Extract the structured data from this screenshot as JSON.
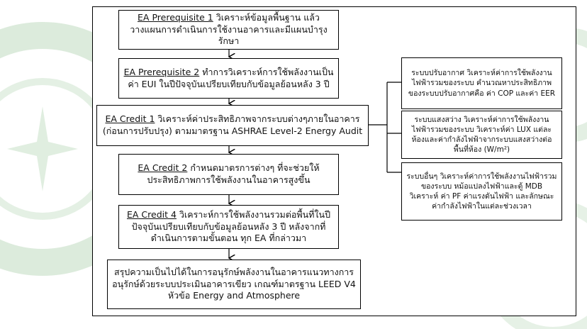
{
  "flow": {
    "box1": {
      "head": "EA Prerequisite 1",
      "body": " วิเคราะห์ข้อมูลพื้นฐาน แล้ว วางแผนการดำเนินการใช้งานอาคารและมีแผนบำรุงรักษา"
    },
    "box2": {
      "head": "EA Prerequisite 2",
      "body": " ทำการวิเคราะห์การใช้พลังงานเป็นค่า EUI ในปีปัจจุบันเปรียบเทียบกับข้อมูลย้อนหลัง 3 ปี"
    },
    "box3": {
      "head": "EA Credit 1",
      "body": " วิเคราะห์ค่าประสิทธิภาพจากระบบต่างๆภายในอาคาร (ก่อนการปรับปรุง) ตามมาตรฐาน ASHRAE Level-2 Energy Audit"
    },
    "box4": {
      "head": "EA Credit 2",
      "body": " กำหนดมาตรการต่างๆ ที่จะช่วยให้ประสิทธิภาพการใช้พลังงานในอาคารสูงขึ้น"
    },
    "box5": {
      "head": "EA Credit 4",
      "body": " วิเคราะห์การใช้พลังงานรวมต่อพื้นที่ในปีปัจจุบันเปรียบเทียบกับข้อมูลย้อนหลัง 3 ปี หลังจากที่ดำเนินการตามขั้นตอน ทุก EA ที่กล่าวมา"
    },
    "box6": {
      "body": "สรุปความเป็นไปได้ในการอนุรักษ์พลังงานในอาคารแนวทางการอนุรักษ์ด้วยระบบประเมินอาคารเขียว เกณฑ์มาตรฐาน LEED V4 หัวข้อ Energy and Atmosphere"
    }
  },
  "side": {
    "hvac": "ระบบปรับอากาศ วิเคราะห์ค่าการใช้พลังงานไฟฟ้ารวมของระบบ คำนวณหาประสิทธิภาพของระบบปรับอากาศคือ ค่า COP และค่า EER",
    "lighting": "ระบบแสงสว่าง วิเคราะห์ค่าการใช้พลังงานไฟฟ้ารวมของระบบ วิเคราะห์ค่า LUX แต่ละห้องและค่ากำลังไฟฟ้าจากระบบแสงสว่างต่อพื้นที่ห้อง (W/m²)",
    "other": "ระบบอื่นๆ วิเคราะห์ค่าการใช้พลังงานไฟฟ้ารวมของระบบ หม้อแปลงไฟฟ้าและตู้ MDB วิเคราะห์ ค่า PF ค่าแรงดันไฟฟ้า และลักษณะค่ากำลังไฟฟ้าในแต่ละช่วงเวลา"
  }
}
